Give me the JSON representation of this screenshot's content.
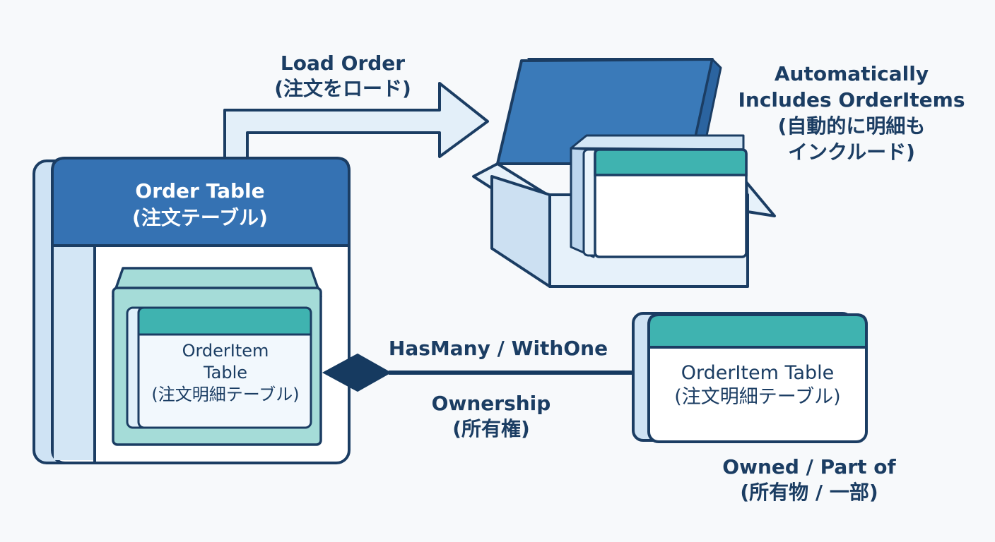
{
  "load_arrow": {
    "label_en": "Load Order",
    "label_jp": "(注文をロード)"
  },
  "include_note": {
    "line1": "Automatically",
    "line2": "Includes OrderItems",
    "line3": "(自動的に明細も",
    "line4": "インクルード)"
  },
  "order_table": {
    "title_en": "Order Table",
    "title_jp": "(注文テーブル)",
    "nested_item": {
      "line1": "OrderItem",
      "line2": "Table",
      "line3": "(注文明細テーブル)"
    }
  },
  "relationship": {
    "label_top": "HasMany / WithOne",
    "label_bottom_en": "Ownership",
    "label_bottom_jp": "(所有権)"
  },
  "orderitem_table": {
    "title_en": "OrderItem Table",
    "title_jp": "(注文明細テーブル)",
    "owned_en": "Owned / Part of",
    "owned_jp": "(所有物 / 一部)"
  },
  "colors": {
    "navy": "#1b3d63",
    "blue": "#3a7ab9",
    "light_blue": "#d3e6f5",
    "teal": "#3fb3b0",
    "light_teal": "#a5dcd8"
  }
}
